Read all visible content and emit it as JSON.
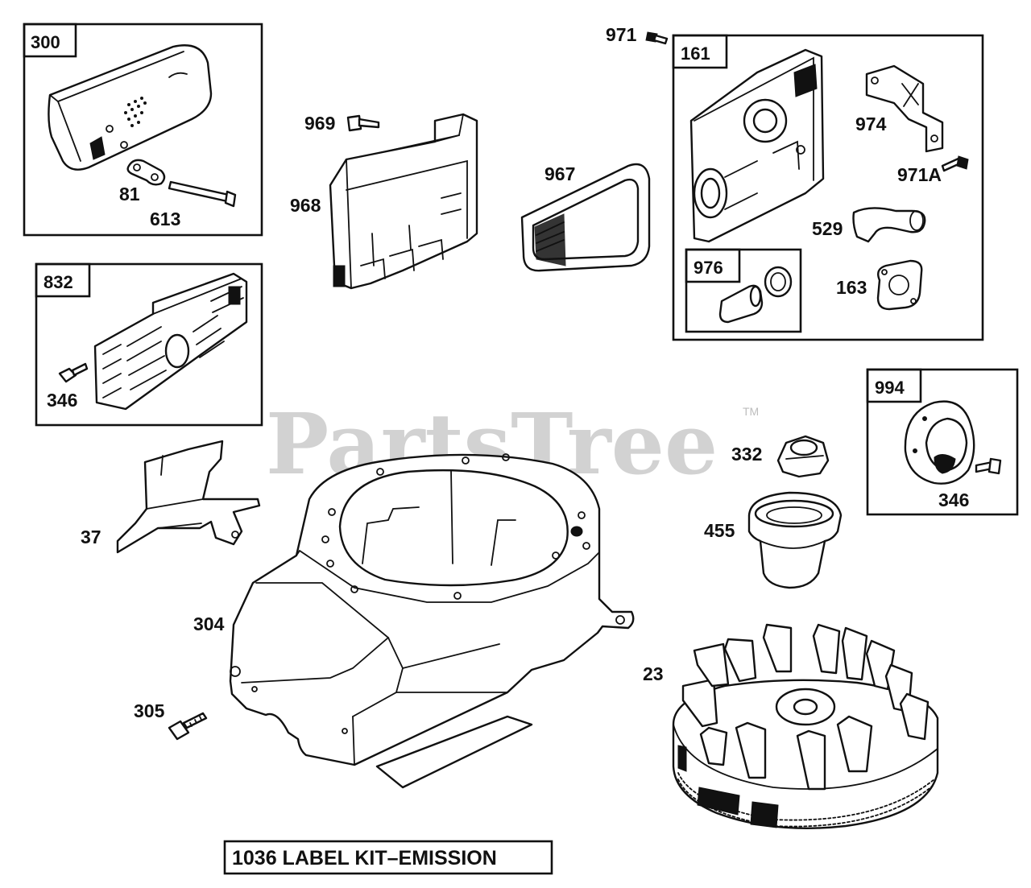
{
  "watermark": {
    "text": "PartsTree",
    "tm": "TM"
  },
  "groups": [
    {
      "id": "300",
      "label": "300"
    },
    {
      "id": "832",
      "label": "832"
    },
    {
      "id": "161",
      "label": "161"
    },
    {
      "id": "976",
      "label": "976"
    },
    {
      "id": "994",
      "label": "994"
    }
  ],
  "callouts": {
    "p81": "81",
    "p613": "613",
    "p346a": "346",
    "p969": "969",
    "p968": "968",
    "p967": "967",
    "p971": "971",
    "p974": "974",
    "p971a": "971A",
    "p529": "529",
    "p163": "163",
    "p332": "332",
    "p455": "455",
    "p346b": "346",
    "p37": "37",
    "p304": "304",
    "p305": "305",
    "p23": "23"
  },
  "kit_label": "1036 LABEL KIT–EMISSION"
}
